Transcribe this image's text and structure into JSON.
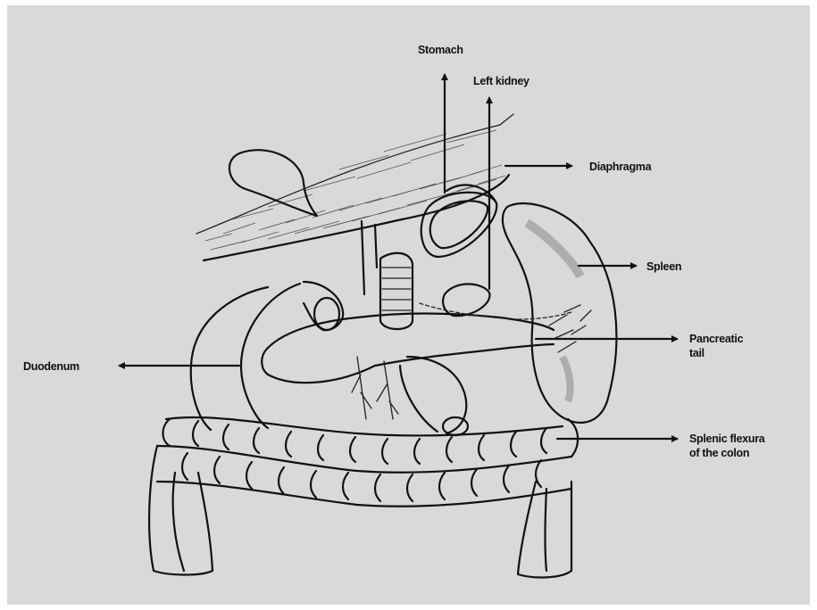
{
  "diagram": {
    "labels": {
      "stomach": "Stomach",
      "left_kidney": "Left kidney",
      "diaphragma": "Diaphragma",
      "spleen": "Spleen",
      "pancreatic_tail_line1": "Pancreatic",
      "pancreatic_tail_line2": "tail",
      "duodenum": "Duodenum",
      "splenic_flexura_line1": "Splenic flexura",
      "splenic_flexura_line2": "of the colon"
    },
    "colors": {
      "background": "#d9d9d9",
      "ink": "#111111"
    }
  }
}
